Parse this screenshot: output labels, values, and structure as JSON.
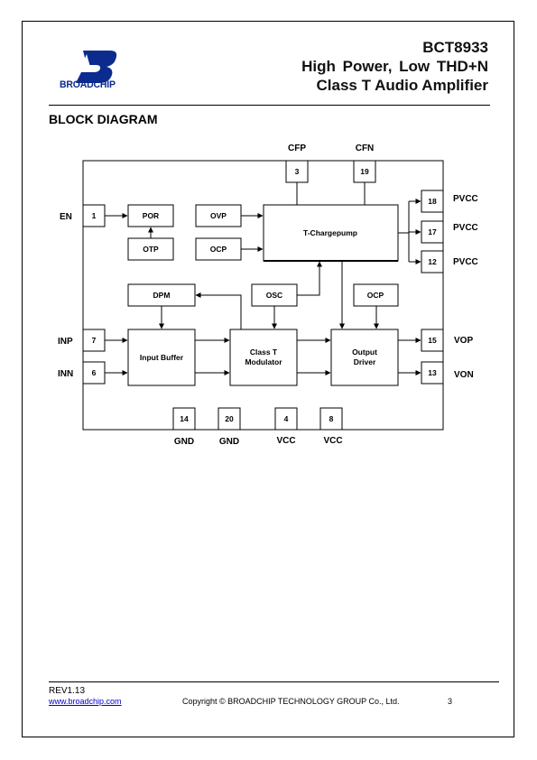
{
  "logo": {
    "text": "BROADCHIP",
    "color": "#0b2b8f"
  },
  "header": {
    "part": "BCT8933",
    "line2": "High Power, Low THD+N",
    "line3": "Class T Audio Amplifier"
  },
  "section_title": "BLOCK DIAGRAM",
  "blocks": {
    "por": "POR",
    "otp": "OTP",
    "ovp": "OVP",
    "ocp1": "OCP",
    "chargepump": "T-Chargepump",
    "dpm": "DPM",
    "osc": "OSC",
    "ocp2": "OCP",
    "input_buffer": "Input Buffer",
    "modulator_1": "Class T",
    "modulator_2": "Modulator",
    "driver_1": "Output",
    "driver_2": "Driver"
  },
  "pins": {
    "cfp": {
      "num": "3",
      "name": "CFP"
    },
    "cfn": {
      "num": "19",
      "name": "CFN"
    },
    "en": {
      "num": "1",
      "name": "EN"
    },
    "inp": {
      "num": "7",
      "name": "INP"
    },
    "inn": {
      "num": "6",
      "name": "INN"
    },
    "pvcc1": {
      "num": "18",
      "name": "PVCC"
    },
    "pvcc2": {
      "num": "17",
      "name": "PVCC"
    },
    "pvcc3": {
      "num": "12",
      "name": "PVCC"
    },
    "vop": {
      "num": "15",
      "name": "VOP"
    },
    "von": {
      "num": "13",
      "name": "VON"
    },
    "gnd1": {
      "num": "14",
      "name": "GND"
    },
    "gnd2": {
      "num": "20",
      "name": "GND"
    },
    "vcc1": {
      "num": "4",
      "name": "VCC"
    },
    "vcc2": {
      "num": "8",
      "name": "VCC"
    }
  },
  "footer": {
    "rev": "REV1.13",
    "website": "www.broadchip.com",
    "copyright": "Copyright © BROADCHIP TECHNOLOGY GROUP Co., Ltd.",
    "page": "3"
  }
}
